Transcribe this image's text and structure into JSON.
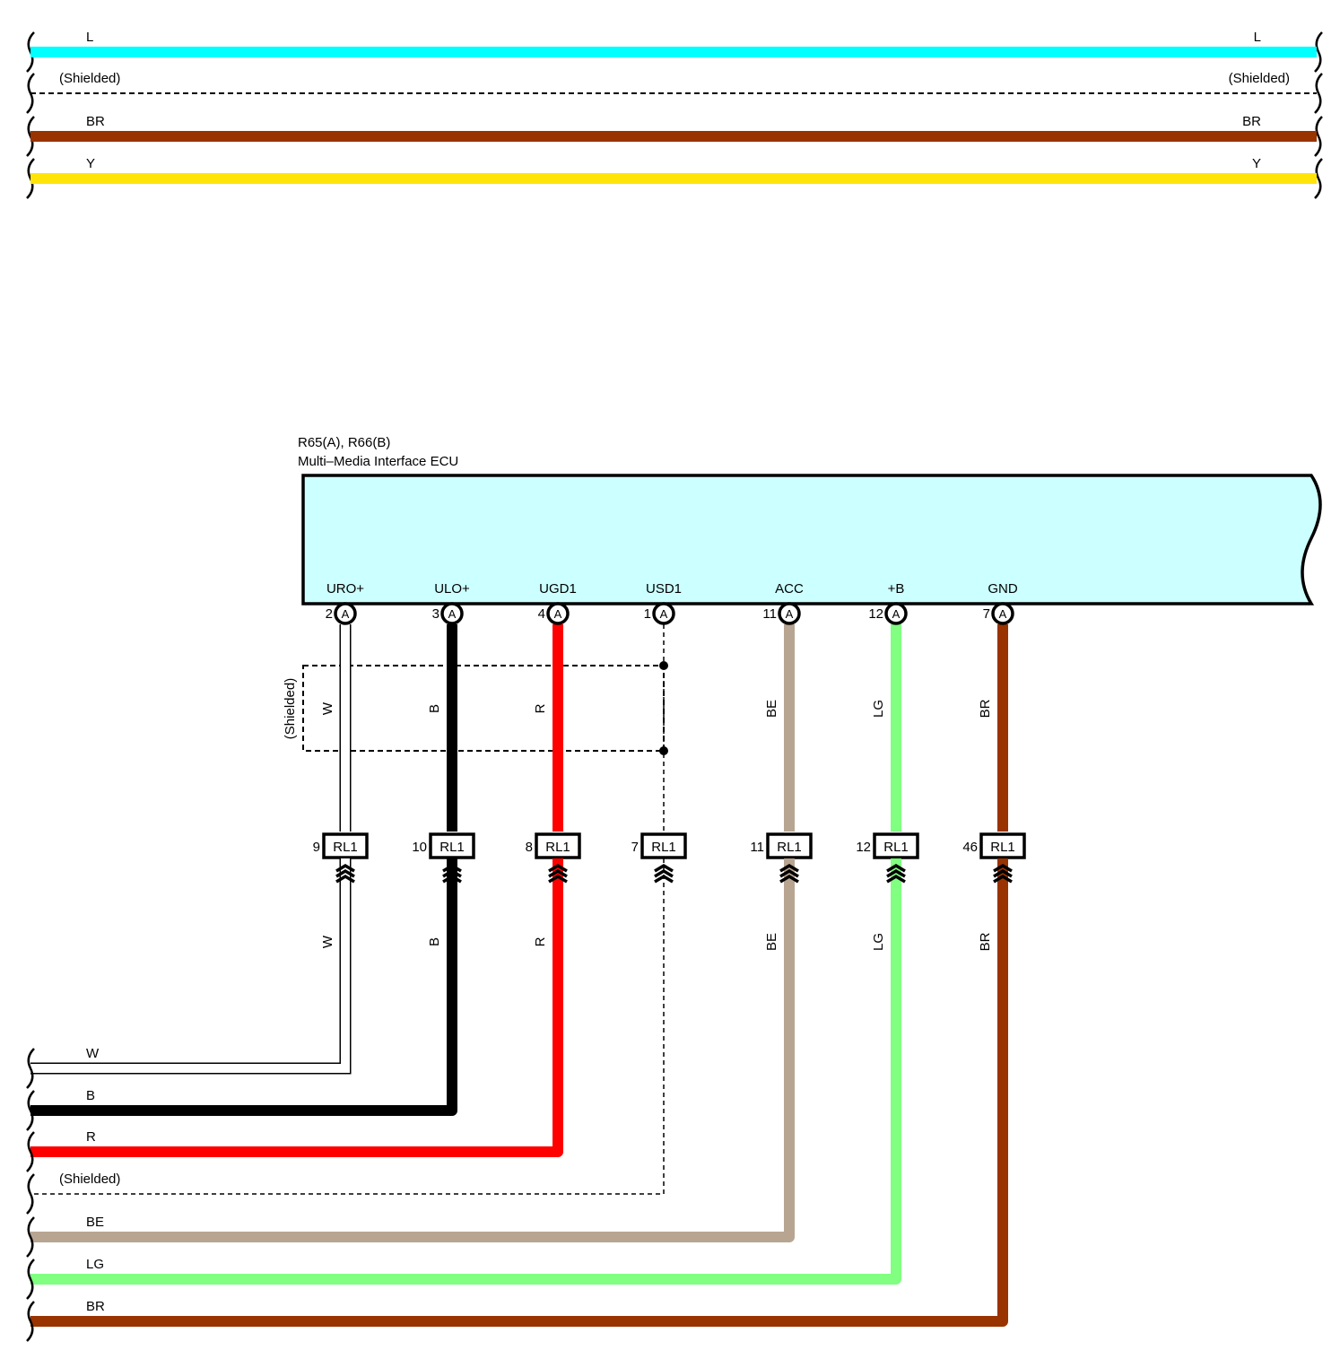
{
  "colors": {
    "L": "#00ffff",
    "BR": "#993300",
    "Y": "#ffe40a",
    "W": "#ffffff",
    "B": "#000000",
    "R": "#ff0000",
    "BE": "#b8a591",
    "LG": "#80ff80",
    "ecu_fill": "#ccffff"
  },
  "top_wires": [
    {
      "label_left": "L",
      "label_right": "L",
      "color": "L"
    },
    {
      "label_left": "(Shielded)",
      "label_right": "(Shielded)",
      "color": "shielded"
    },
    {
      "label_left": "BR",
      "label_right": "BR",
      "color": "BR"
    },
    {
      "label_left": "Y",
      "label_right": "Y",
      "color": "Y"
    }
  ],
  "ecu": {
    "code": "R65(A), R66(B)",
    "name": "Multi–Media Interface ECU"
  },
  "shield_label": "(Shielded)",
  "pins": [
    {
      "terminal": "URO+",
      "pin": "2",
      "conn": "A",
      "wire": "W",
      "junction_pin": "9",
      "junction": "RL1",
      "lower_label": "W",
      "bottom_label": "W",
      "color": "W"
    },
    {
      "terminal": "ULO+",
      "pin": "3",
      "conn": "A",
      "wire": "B",
      "junction_pin": "10",
      "junction": "RL1",
      "lower_label": "B",
      "bottom_label": "B",
      "color": "B"
    },
    {
      "terminal": "UGD1",
      "pin": "4",
      "conn": "A",
      "wire": "R",
      "junction_pin": "8",
      "junction": "RL1",
      "lower_label": "R",
      "bottom_label": "R",
      "color": "R"
    },
    {
      "terminal": "USD1",
      "pin": "1",
      "conn": "A",
      "wire": "",
      "junction_pin": "7",
      "junction": "RL1",
      "lower_label": "",
      "bottom_label": "(Shielded)",
      "color": "shielded"
    },
    {
      "terminal": "ACC",
      "pin": "11",
      "conn": "A",
      "wire": "BE",
      "junction_pin": "11",
      "junction": "RL1",
      "lower_label": "BE",
      "bottom_label": "BE",
      "color": "BE"
    },
    {
      "terminal": "+B",
      "pin": "12",
      "conn": "A",
      "wire": "LG",
      "junction_pin": "12",
      "junction": "RL1",
      "lower_label": "LG",
      "bottom_label": "LG",
      "color": "LG"
    },
    {
      "terminal": "GND",
      "pin": "7",
      "conn": "A",
      "wire": "BR",
      "junction_pin": "46",
      "junction": "RL1",
      "lower_label": "BR",
      "bottom_label": "BR",
      "color": "BR"
    }
  ]
}
